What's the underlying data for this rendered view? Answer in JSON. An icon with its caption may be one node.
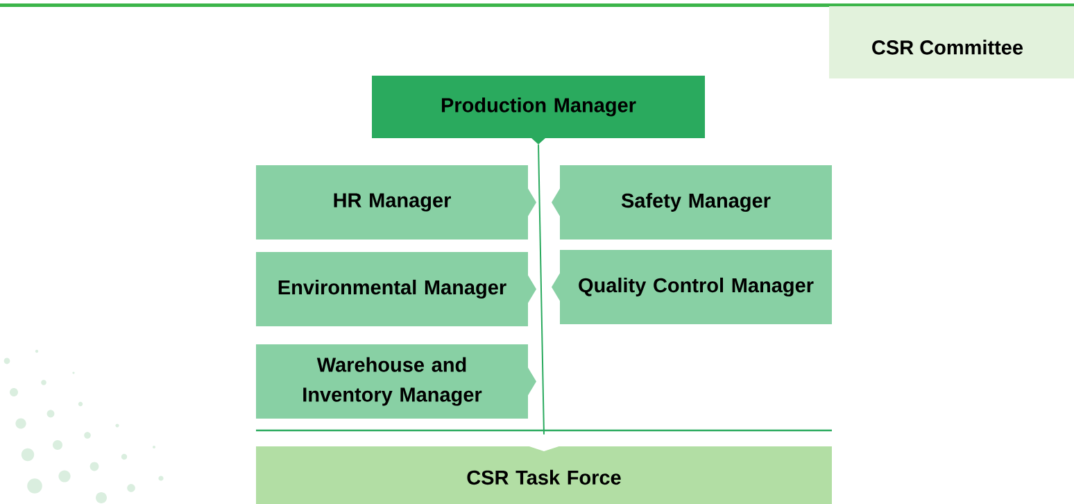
{
  "diagram": {
    "nodes": [
      {
        "text": [
          "Production Manager"
        ]
      },
      {
        "text": [
          "HR Manager"
        ]
      },
      {
        "text": [
          "Safety Manager"
        ]
      },
      {
        "text": [
          "Environmental Manager"
        ]
      },
      {
        "text": [
          "Quality Control Manager"
        ]
      },
      {
        "text": [
          "Warehouse and Inventory Manager"
        ]
      },
      {
        "text": [
          "CSR Task Force"
        ]
      },
      {
        "text": [
          "CSR Committee"
        ]
      }
    ],
    "edges": [
      {
        "from": 0,
        "to": 6,
        "arrow": "none"
      }
    ]
  }
}
